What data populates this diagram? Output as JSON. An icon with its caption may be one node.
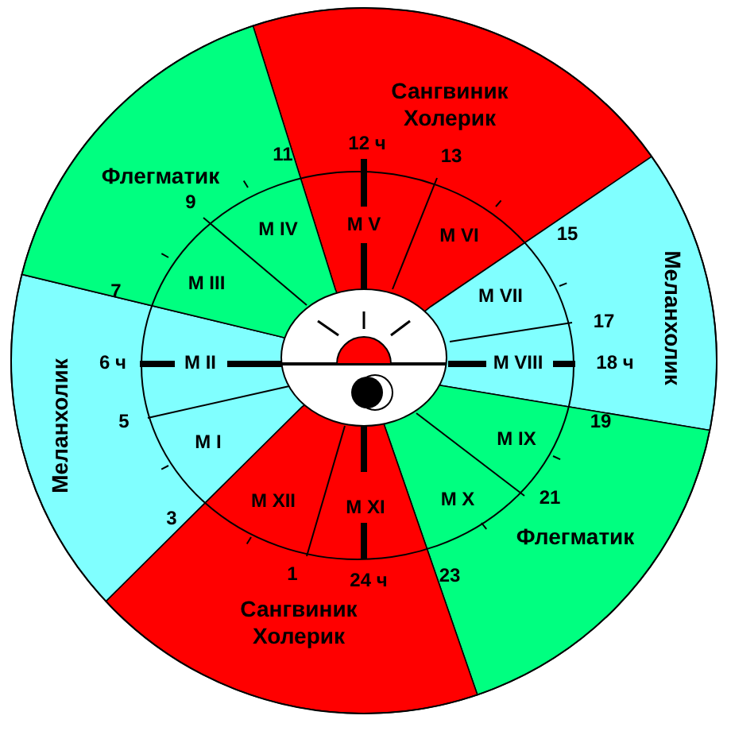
{
  "diagram": {
    "labels": [
      "Сангвиник Холерик",
      "Флегматик",
      "11",
      "12 ч",
      "13",
      "9",
      "M IV",
      "M V",
      "M VI",
      "15",
      "Меланхолик",
      "7",
      "M III",
      "M VII",
      "17",
      "6 ч",
      "M II",
      "M VIII",
      "18 ч",
      "Меланхолик",
      "5",
      "M I",
      "M IX",
      "19",
      "M XII",
      "M XI",
      "M X",
      "21",
      "Флегматик",
      "3",
      "1",
      "24 ч",
      "23",
      "Сангвиник Холерик"
    ]
  }
}
